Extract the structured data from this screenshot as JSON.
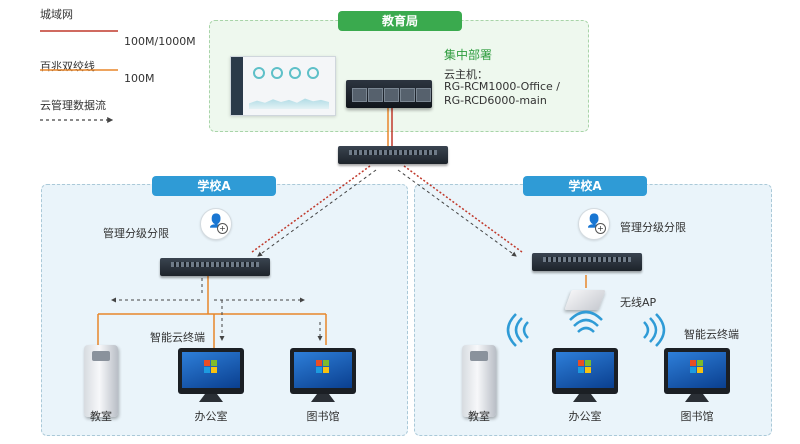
{
  "legend": {
    "wan_label": "城域网",
    "wan_speed": "100M/1000M",
    "twisted_label": "百兆双绞线",
    "twisted_speed": "100M",
    "cloud_label": "云管理数据流"
  },
  "edu": {
    "title": "教育局",
    "deploy_label": "集中部署",
    "cloud_host_label": "云主机：",
    "model_1": "RG-RCM1000-Office /",
    "model_2": "RG-RCD6000-main"
  },
  "schools": [
    {
      "title": "学校A",
      "mgmt_label": "管理分级分限",
      "terminal_label": "智能云终端",
      "rooms": [
        "教室",
        "办公室",
        "图书馆"
      ]
    },
    {
      "title": "学校A",
      "mgmt_label": "管理分级分限",
      "terminal_label": "智能云终端",
      "ap_label": "无线AP",
      "rooms": [
        "教室",
        "办公室",
        "图书馆"
      ]
    }
  ],
  "colors": {
    "wan": "#c0392b",
    "twisted": "#e8862a",
    "cloud": "#444444",
    "green": "#3aaa4e",
    "blue": "#2f9bd6"
  },
  "icons": {
    "user_mgmt": "user-add-icon",
    "wifi": "wifi-signal-icon",
    "windows": "windows-logo-icon"
  }
}
